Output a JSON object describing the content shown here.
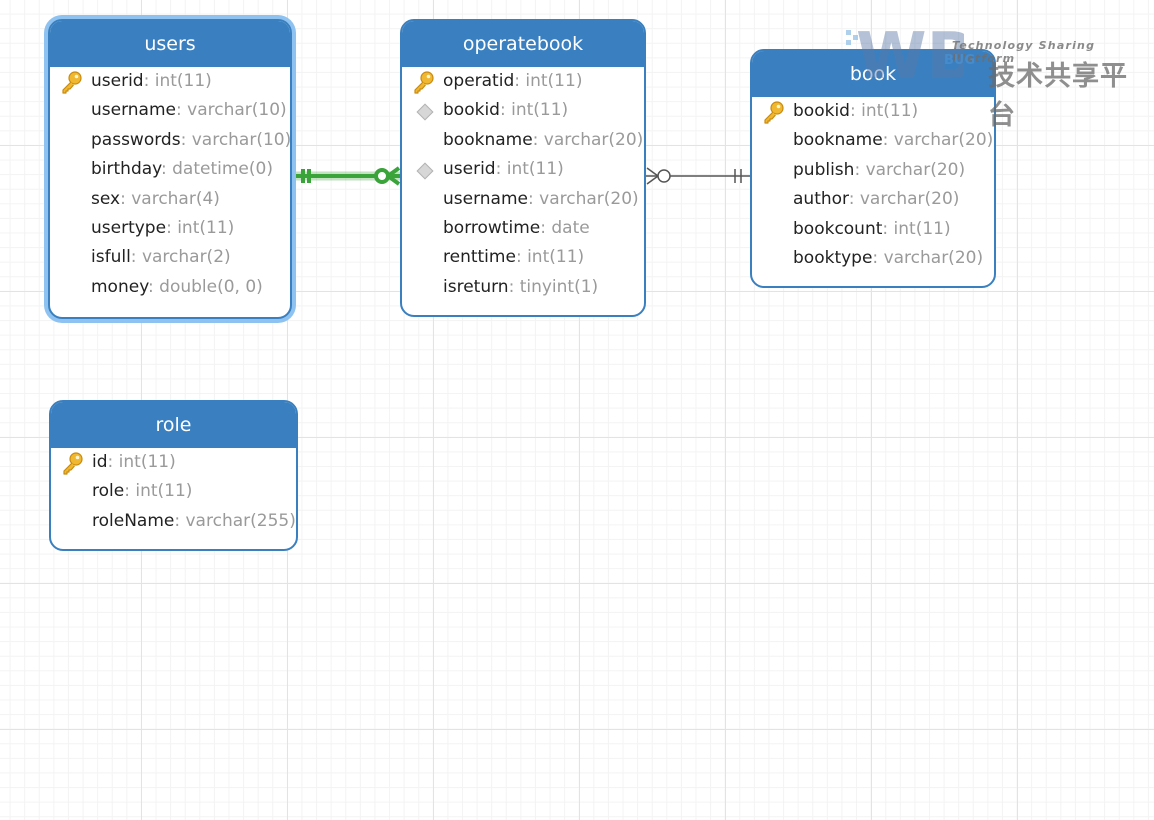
{
  "entities": [
    {
      "id": "users",
      "title": "users",
      "selected": true,
      "fields": [
        {
          "name": "userid",
          "type": "int(11)",
          "kind": "pk"
        },
        {
          "name": "username",
          "type": "varchar(10)",
          "kind": "plain"
        },
        {
          "name": "passwords",
          "type": "varchar(10)",
          "kind": "plain"
        },
        {
          "name": "birthday",
          "type": "datetime(0)",
          "kind": "plain"
        },
        {
          "name": "sex",
          "type": "varchar(4)",
          "kind": "plain"
        },
        {
          "name": "usertype",
          "type": "int(11)",
          "kind": "plain"
        },
        {
          "name": "isfull",
          "type": "varchar(2)",
          "kind": "plain"
        },
        {
          "name": "money",
          "type": "double(0, 0)",
          "kind": "plain"
        }
      ]
    },
    {
      "id": "operatebook",
      "title": "operatebook",
      "selected": false,
      "fields": [
        {
          "name": "operatid",
          "type": "int(11)",
          "kind": "pk"
        },
        {
          "name": "bookid",
          "type": "int(11)",
          "kind": "fk"
        },
        {
          "name": "bookname",
          "type": "varchar(20)",
          "kind": "plain"
        },
        {
          "name": "userid",
          "type": "int(11)",
          "kind": "fk"
        },
        {
          "name": "username",
          "type": "varchar(20)",
          "kind": "plain"
        },
        {
          "name": "borrowtime",
          "type": "date",
          "kind": "plain"
        },
        {
          "name": "renttime",
          "type": "int(11)",
          "kind": "plain"
        },
        {
          "name": "isreturn",
          "type": "tinyint(1)",
          "kind": "plain"
        }
      ]
    },
    {
      "id": "book",
      "title": "book",
      "selected": false,
      "fields": [
        {
          "name": "bookid",
          "type": "int(11)",
          "kind": "pk"
        },
        {
          "name": "bookname",
          "type": "varchar(20)",
          "kind": "plain"
        },
        {
          "name": "publish",
          "type": "varchar(20)",
          "kind": "plain"
        },
        {
          "name": "author",
          "type": "varchar(20)",
          "kind": "plain"
        },
        {
          "name": "bookcount",
          "type": "int(11)",
          "kind": "plain"
        },
        {
          "name": "booktype",
          "type": "varchar(20)",
          "kind": "plain"
        }
      ]
    },
    {
      "id": "role",
      "title": "role",
      "selected": false,
      "fields": [
        {
          "name": "id",
          "type": "int(11)",
          "kind": "pk"
        },
        {
          "name": "role",
          "type": "int(11)",
          "kind": "plain"
        },
        {
          "name": "roleName",
          "type": "varchar(255)",
          "kind": "plain"
        }
      ]
    }
  ],
  "relationships": [
    {
      "from": "users",
      "to": "operatebook",
      "from_cardinality": "one-and-only-one",
      "to_cardinality": "zero-or-many",
      "highlighted": true
    },
    {
      "from": "operatebook",
      "to": "book",
      "from_cardinality": "zero-or-many",
      "to_cardinality": "one-and-only-one",
      "highlighted": false
    }
  ],
  "colors": {
    "accent": "#3a80c0",
    "selection_halo": "#8ec2f0",
    "highlight_relation": "#3aa33a",
    "relation": "#555555",
    "type_text": "#9a9a9a",
    "pk_key": "#e8a820"
  },
  "watermark": {
    "logo_mark": "WB",
    "subtitle": "Technology Sharing Platform",
    "badge": "BUG",
    "chinese": "技术共享平台"
  }
}
